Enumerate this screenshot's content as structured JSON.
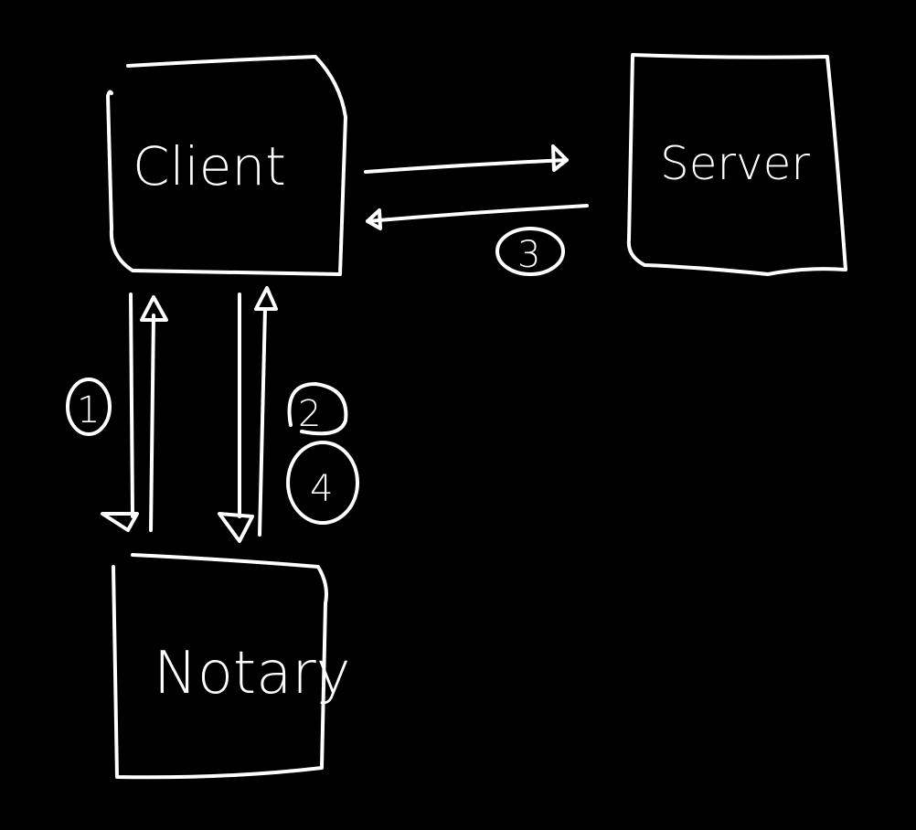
{
  "nodes": {
    "client": {
      "label": "Client"
    },
    "server": {
      "label": "Server"
    },
    "notary": {
      "label": "Notary"
    }
  },
  "steps": {
    "one": "1",
    "two": "2",
    "three": "3",
    "four": "4"
  },
  "colors": {
    "background": "#000000",
    "ink": "#ffffff"
  }
}
